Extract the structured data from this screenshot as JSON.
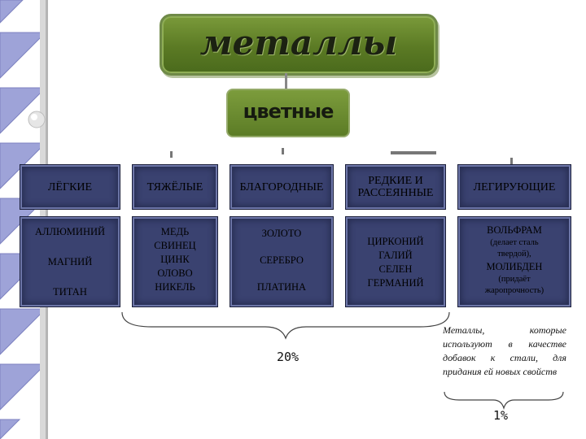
{
  "title": "металлы",
  "subtitle": "цветные",
  "categories": [
    {
      "header": "ЛЁГКИЕ",
      "items": [
        "АЛЛЮМИНИЙ",
        "МАГНИЙ",
        "ТИТАН"
      ]
    },
    {
      "header": "ТЯЖЁЛЫЕ",
      "items": [
        "МЕДЬ",
        "СВИНЕЦ",
        "ЦИНК",
        "ОЛОВО",
        "НИКЕЛЬ"
      ]
    },
    {
      "header": "БЛАГОРОДНЫЕ",
      "items": [
        "ЗОЛОТО",
        "СЕРЕБРО",
        "ПЛАТИНА"
      ]
    },
    {
      "header": "РЕДКИЕ И РАССЕЯННЫЕ",
      "items": [
        "ЦИРКОНИЙ",
        "ГАЛИЙ",
        "СЕЛЕН",
        "ГЕРМАНИЙ"
      ]
    },
    {
      "header": "ЛЕГИРУЮЩИЕ",
      "items": [
        "ВОЛЬФРАМ",
        "(делает сталь твердой),",
        "МОЛИБДЕН",
        "(придаёт жаропрочность)"
      ]
    }
  ],
  "group_share_left": "20%",
  "group_share_right": "1%",
  "note": "Металлы, которые используют в качестве добавок к стали, для придания ей новых свойств",
  "colors": {
    "title_green": "#5b7a24",
    "box_navy": "#3a4270",
    "binder_purple": "#8a8fd0"
  }
}
